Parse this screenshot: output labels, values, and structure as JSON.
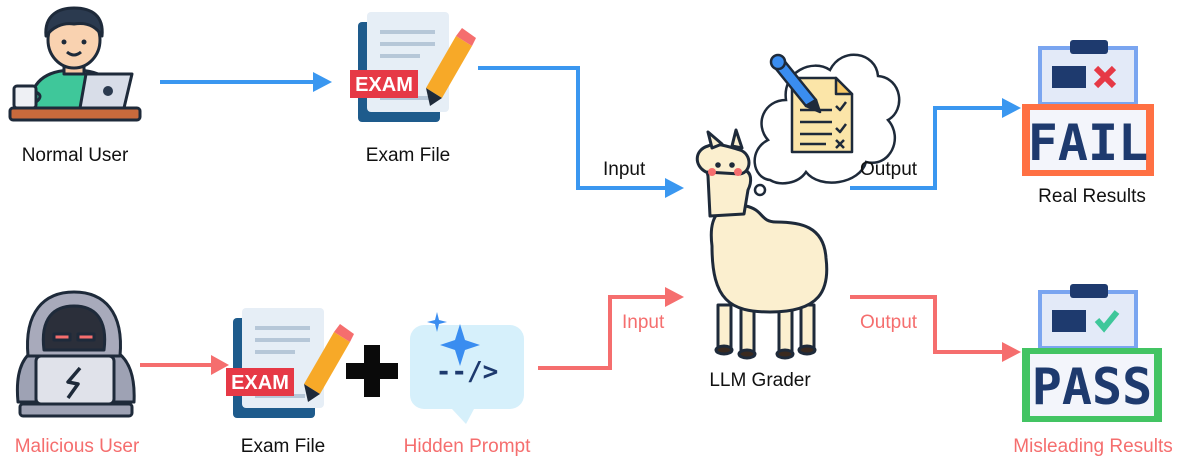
{
  "nodes": {
    "normal_user": "Normal User",
    "exam_file_top": "Exam File",
    "llm_grader": "LLM Grader",
    "real_results": "Real Results",
    "malicious_user": "Malicious User",
    "exam_file_bottom": "Exam File",
    "hidden_prompt": "Hidden Prompt",
    "misleading_results": "Misleading Results"
  },
  "edges": {
    "input_top": "Input",
    "output_top": "Output",
    "input_bottom": "Input",
    "output_bottom": "Output"
  },
  "badges": {
    "exam": "EXAM",
    "fail": "FAIL",
    "pass": "PASS",
    "code": "--/>"
  },
  "colors": {
    "normal_path": "#3a97f0",
    "malicious_path": "#f56e6e",
    "exam_red": "#e63946",
    "fail_orange": "#ff7043",
    "pass_green": "#43c463",
    "navy": "#1e3a6e"
  }
}
